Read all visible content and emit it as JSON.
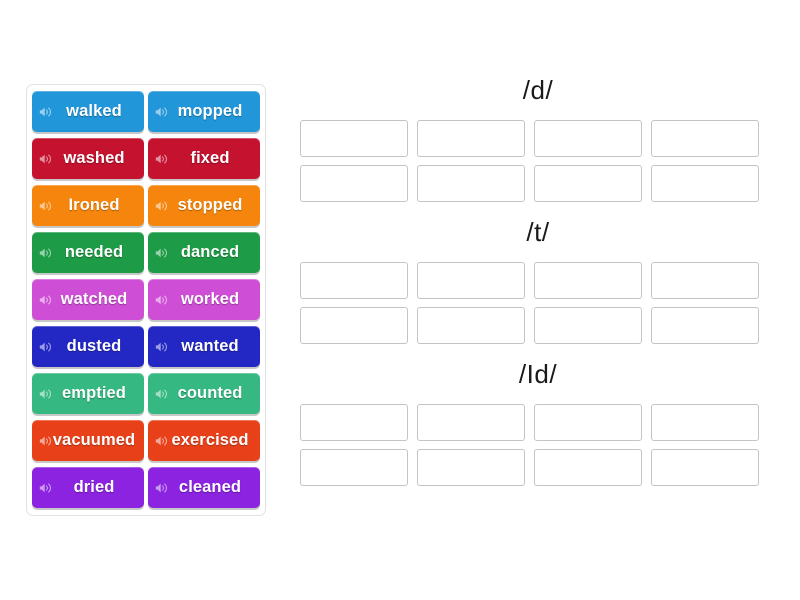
{
  "activity": {
    "type": "group-sort-drag-and-drop",
    "icon_name": "speaker-icon"
  },
  "tray": {
    "name": "word-tile-tray",
    "tiles": [
      {
        "label": "walked",
        "color": "#2196d8"
      },
      {
        "label": "mopped",
        "color": "#2196d8"
      },
      {
        "label": "washed",
        "color": "#c4122f"
      },
      {
        "label": "fixed",
        "color": "#c4122f"
      },
      {
        "label": "Ironed",
        "color": "#f5850c"
      },
      {
        "label": "stopped",
        "color": "#f5850c"
      },
      {
        "label": "needed",
        "color": "#1e9b46"
      },
      {
        "label": "danced",
        "color": "#1e9b46"
      },
      {
        "label": "watched",
        "color": "#cf4ed6"
      },
      {
        "label": "worked",
        "color": "#cf4ed6"
      },
      {
        "label": "dusted",
        "color": "#2327c4"
      },
      {
        "label": "wanted",
        "color": "#2327c4"
      },
      {
        "label": "emptied",
        "color": "#35b882"
      },
      {
        "label": "counted",
        "color": "#35b882"
      },
      {
        "label": "vacuumed",
        "color": "#e8411a"
      },
      {
        "label": "exercised",
        "color": "#e8411a"
      },
      {
        "label": "dried",
        "color": "#8b23e0"
      },
      {
        "label": "cleaned",
        "color": "#8b23e0"
      }
    ]
  },
  "categories": [
    {
      "title": "/d/",
      "slot_rows": 2,
      "slot_columns": 4,
      "slots_filled": []
    },
    {
      "title": "/t/",
      "slot_rows": 2,
      "slot_columns": 4,
      "slots_filled": []
    },
    {
      "title": "/Id/",
      "slot_rows": 2,
      "slot_columns": 4,
      "slots_filled": []
    }
  ],
  "colors": {
    "page_background": "#ffffff",
    "tray_border": "#e2e2e2",
    "slot_border": "#c4c4c4",
    "title_text": "#1a1a1a",
    "tile_text": "#ffffff"
  }
}
